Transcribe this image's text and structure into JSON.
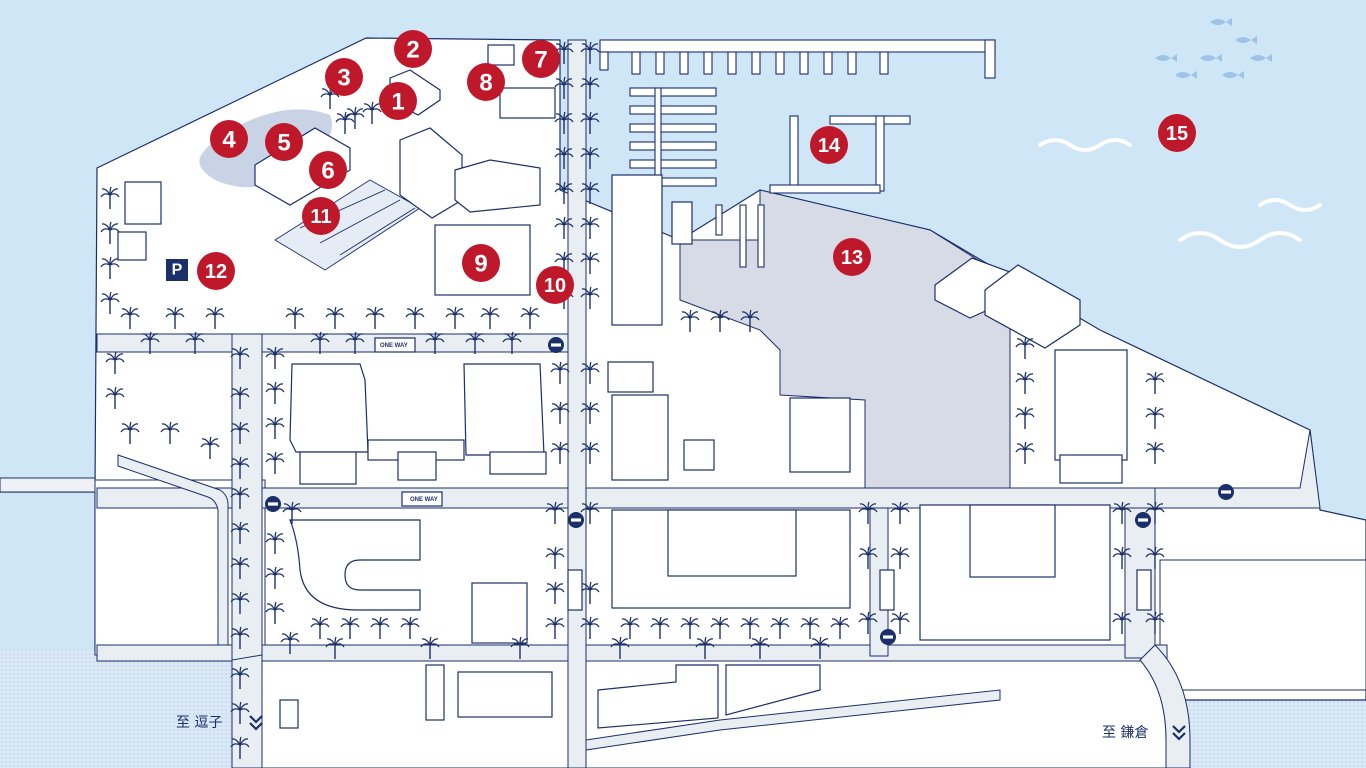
{
  "map": {
    "markers": [
      "1",
      "2",
      "3",
      "4",
      "5",
      "6",
      "7",
      "8",
      "9",
      "10",
      "11",
      "12",
      "13",
      "14",
      "15"
    ],
    "parking_label": "P",
    "one_way_label": "ONE WAY",
    "directions": {
      "zushi": "至 逗子",
      "kamakura": "至 鎌倉"
    },
    "colors": {
      "water": "#cfe6f7",
      "land": "#ffffff",
      "road": "#e9eef3",
      "outline": "#1b2f6b",
      "marker": "#c0182b",
      "lot": "#d6dbe6",
      "pond": "#c9d3e6"
    }
  }
}
